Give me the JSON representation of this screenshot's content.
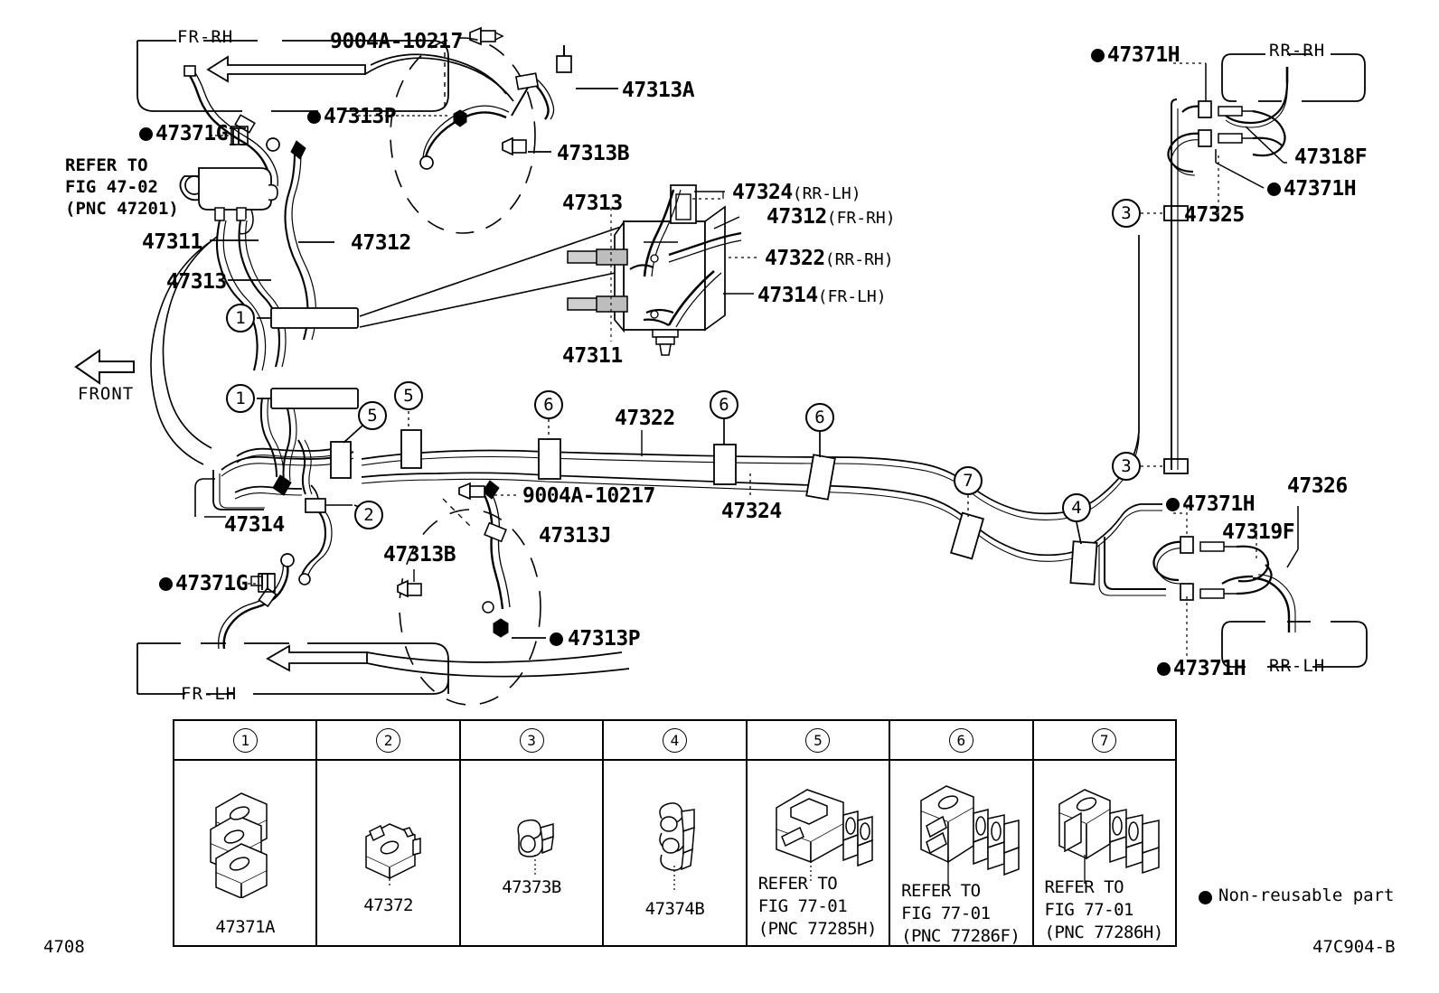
{
  "diagram": {
    "sheet_code": "4708",
    "drawing_code": "47C904-B",
    "front_arrow_label": "FRONT",
    "non_reusable_note": "Non-reusable part"
  },
  "wheel_boxes": {
    "fr_rh": "FR-RH",
    "fr_lh": "FR-LH",
    "rr_rh": "RR-RH",
    "rr_lh": "RR-LH"
  },
  "refer_block": {
    "line1": "REFER TO",
    "line2": "FIG 47-02",
    "line3": "(PNC 47201)"
  },
  "labels": {
    "p47371G_top": "47371G",
    "p47313P_top": "47313P",
    "p9004A_top": "9004A-10217",
    "p47313A": "47313A",
    "p47313B_top": "47313B",
    "p47311_left": "47311",
    "p47312_left": "47312",
    "p47313_left": "47313",
    "p47313_detail": "47313",
    "p47311_detail": "47311",
    "p47324_detail": "47324",
    "p47324_detail_side": "(RR-LH)",
    "p47312_detail": "47312",
    "p47312_detail_side": "(FR-RH)",
    "p47322_detail": "47322",
    "p47322_detail_side": "(RR-RH)",
    "p47314_detail": "47314",
    "p47314_detail_side": "(FR-LH)",
    "p47322_run": "47322",
    "p47324_run": "47324",
    "p47314_low": "47314",
    "p9004A_low": "9004A-10217",
    "p47313J": "47313J",
    "p47313B_low": "47313B",
    "p47313P_low": "47313P",
    "p47371G_low": "47371G",
    "p47371H_tr": "47371H",
    "p47318F": "47318F",
    "p47371H_tr2": "47371H",
    "p47325": "47325",
    "p47371H_br1": "47371H",
    "p47319F": "47319F",
    "p47326": "47326",
    "p47371H_br2": "47371H"
  },
  "callouts": {
    "c1a": "1",
    "c1b": "1",
    "c2": "2",
    "c3a": "3",
    "c3b": "3",
    "c4": "4",
    "c5a": "5",
    "c5b": "5",
    "c6a": "6",
    "c6b": "6",
    "c6c": "6",
    "c7": "7"
  },
  "legend": {
    "columns": [
      {
        "num": "1",
        "caption": "47371A",
        "icon": "clip-47371A"
      },
      {
        "num": "2",
        "caption": "47372",
        "icon": "clip-47372"
      },
      {
        "num": "3",
        "caption": "47373B",
        "icon": "clip-47373B"
      },
      {
        "num": "4",
        "caption": "47374B",
        "icon": "clip-47374B"
      },
      {
        "num": "5",
        "caption": "REFER TO\nFIG 77-01\n(PNC 77285H)",
        "icon": "clamp-77285H"
      },
      {
        "num": "6",
        "caption": "REFER TO\nFIG 77-01\n(PNC 77286F)",
        "icon": "clamp-77286F"
      },
      {
        "num": "7",
        "caption": "REFER TO\nFIG 77-01\n(PNC 77286H)",
        "icon": "clamp-77286H"
      }
    ]
  }
}
